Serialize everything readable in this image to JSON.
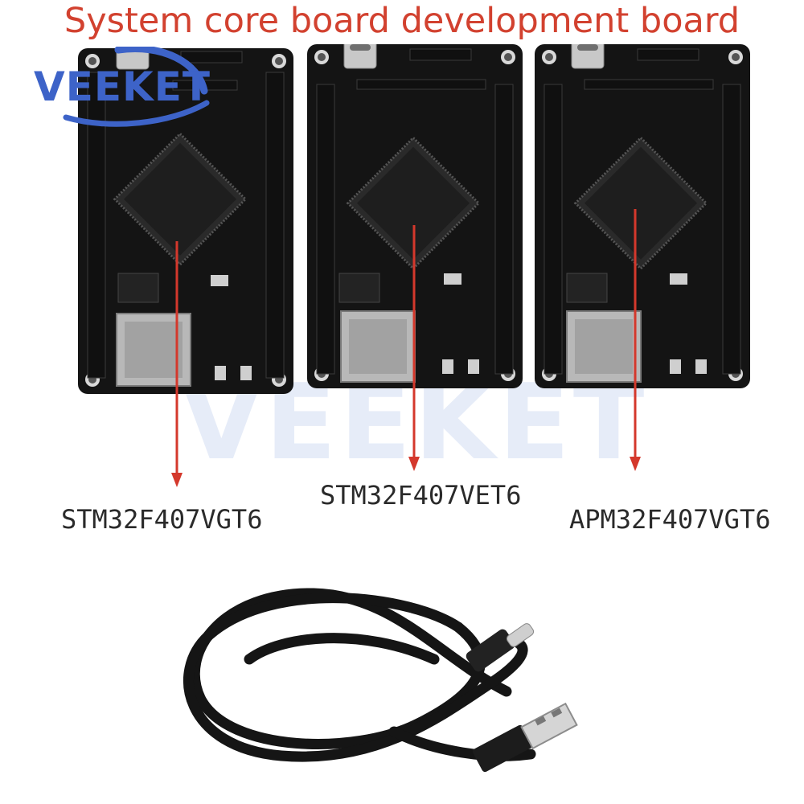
{
  "title": "System core board development board",
  "brand": {
    "logo_text": "VEEKET",
    "watermark_text": "VEEKET"
  },
  "colors": {
    "title": "#d2412f",
    "arrow": "#d4382c",
    "pcb": "#141414",
    "pin_header": "#101010",
    "brand_blue": "#3d63c8",
    "watermark": "#e6ecf8",
    "label": "#2a2a2a"
  },
  "boards": [
    {
      "chip_label": "STM32F407VGT6"
    },
    {
      "chip_label": "STM32F407VET6"
    },
    {
      "chip_label": "APM32F407VGT6"
    }
  ],
  "icons": [
    "type-c-connector-icon",
    "usb-a-plug-icon",
    "arrow-down-icon"
  ]
}
